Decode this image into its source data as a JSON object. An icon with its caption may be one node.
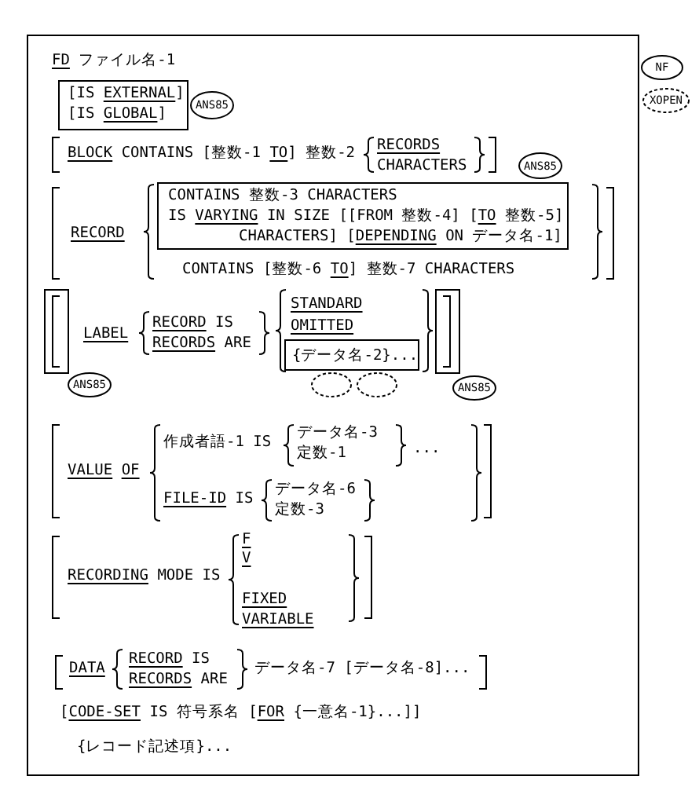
{
  "diagram": {
    "nodes": [
      {
        "text": [
          "FD",
          "ファイル名-1",
          "BLOCK",
          "CONTAINS [整数-1",
          "TO",
          "] 整数-2",
          "RECORDS",
          "CHARACTERS",
          "RECORD",
          "CONTAINS [整数-6",
          "TO",
          "] 整数-7 CHARACTERS",
          "LABEL",
          "RECORD",
          "IS",
          "RECORDS",
          "ARE",
          "STANDARD",
          "OMITTED",
          "VALUE",
          "OF",
          "作成者語-1 IS",
          "データ名-3",
          "定数-1",
          "...",
          "FILE-ID",
          "IS",
          "データ名-6",
          "定数-3",
          "RECORDING",
          "MODE IS",
          "F",
          "V",
          "FIXED",
          "VARIABLE",
          "DATA",
          "RECORD",
          "IS",
          "RECORDS",
          "ARE",
          "データ名-7 [データ名-8]...",
          "[",
          "CODE-SET",
          "IS 符号系名 [",
          "FOR",
          "{一意名-1}...]]",
          "{レコード記述項}..."
        ]
      },
      {
        "text": [
          "NF"
        ]
      },
      {
        "text": [
          "XOPEN"
        ]
      },
      {
        "text": [
          "[IS",
          "EXTERNAL",
          "]",
          "[IS",
          "GLOBAL",
          "]"
        ],
        "in": 0
      },
      {
        "text": [
          "ANS85"
        ],
        "in": 0
      },
      {
        "text": [
          "ANS85"
        ],
        "in": 0
      },
      {
        "text": [
          "CONTAINS 整数-3 CHARACTERS",
          "IS",
          "VARYING",
          "IN SIZE [[FROM 整数-4] [",
          "TO",
          "整数-5]",
          "CHARACTERS] [",
          "DEPENDING",
          "ON データ名-1]"
        ],
        "in": 0
      },
      {
        "text": [],
        "shape": "box",
        "in": 0
      },
      {
        "text": [
          "{データ名-2}..."
        ],
        "in": 0
      },
      {
        "text": [],
        "shape": "box",
        "in": 0
      },
      {
        "text": [
          "ANS85"
        ],
        "in": 0
      },
      {
        "text": [],
        "shape": "ellipse",
        "in": 0
      },
      {
        "text": [],
        "shape": "ellipse",
        "in": 0
      },
      {
        "text": [
          "ANS85"
        ],
        "in": 0
      }
    ]
  }
}
